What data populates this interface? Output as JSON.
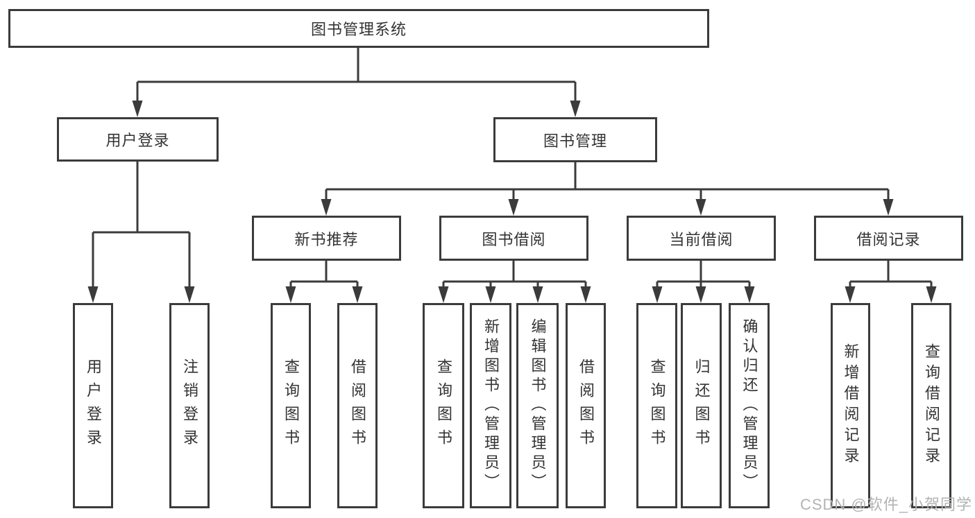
{
  "diagram_type": "hierarchy-tree",
  "colors": {
    "line": "#3b3b3b",
    "box_border": "#3b3b3b",
    "text": "#333333",
    "background": "#ffffff",
    "watermark": "#b3b3b3"
  },
  "tree": {
    "label": "图书管理系统",
    "children": [
      {
        "label": "用户登录",
        "children": [
          {
            "label": "用户登录"
          },
          {
            "label": "注销登录"
          }
        ]
      },
      {
        "label": "图书管理",
        "children": [
          {
            "label": "新书推荐",
            "children": [
              {
                "label": "查询图书"
              },
              {
                "label": "借阅图书"
              }
            ]
          },
          {
            "label": "图书借阅",
            "children": [
              {
                "label": "查询图书"
              },
              {
                "label": "新增图书（管理员）"
              },
              {
                "label": "编辑图书（管理员）"
              },
              {
                "label": "借阅图书"
              }
            ]
          },
          {
            "label": "当前借阅",
            "children": [
              {
                "label": "查询图书"
              },
              {
                "label": "归还图书"
              },
              {
                "label": "确认归还（管理员）"
              }
            ]
          },
          {
            "label": "借阅记录",
            "children": [
              {
                "label": "新增借阅记录"
              },
              {
                "label": "查询借阅记录"
              }
            ]
          }
        ]
      }
    ]
  },
  "watermark": {
    "text": "CSDN @软件_小贺同学"
  }
}
